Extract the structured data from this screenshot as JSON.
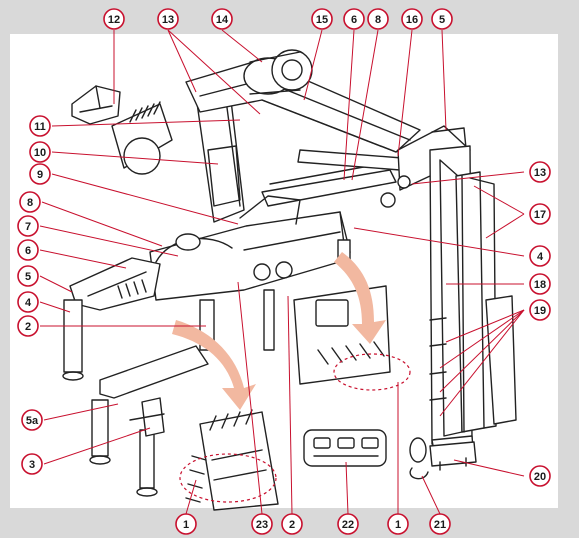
{
  "diagram": {
    "colors": {
      "frame": "#d9d9d9",
      "panel": "#ffffff",
      "callout_stroke": "#c8102e",
      "callout_fill": "#ffffff",
      "leader": "#c8102e",
      "drawing": "#222222",
      "motion_arrow": "#f2b8a0"
    },
    "callouts": [
      {
        "id": "c12a",
        "label": "12"
      },
      {
        "id": "c13a",
        "label": "13"
      },
      {
        "id": "c14",
        "label": "14"
      },
      {
        "id": "c15",
        "label": "15"
      },
      {
        "id": "c6a",
        "label": "6"
      },
      {
        "id": "c8a",
        "label": "8"
      },
      {
        "id": "c16",
        "label": "16"
      },
      {
        "id": "c5a",
        "label": "5"
      },
      {
        "id": "c11",
        "label": "11"
      },
      {
        "id": "c10",
        "label": "10"
      },
      {
        "id": "c9",
        "label": "9"
      },
      {
        "id": "c13b",
        "label": "13"
      },
      {
        "id": "c17",
        "label": "17"
      },
      {
        "id": "c8b",
        "label": "8"
      },
      {
        "id": "c7",
        "label": "7"
      },
      {
        "id": "c4a",
        "label": "4"
      },
      {
        "id": "c6b",
        "label": "6"
      },
      {
        "id": "c5b",
        "label": "5"
      },
      {
        "id": "c18",
        "label": "18"
      },
      {
        "id": "c4b",
        "label": "4"
      },
      {
        "id": "c19",
        "label": "19"
      },
      {
        "id": "c2a",
        "label": "2"
      },
      {
        "id": "c5a2",
        "label": "5a"
      },
      {
        "id": "c3",
        "label": "3"
      },
      {
        "id": "c20",
        "label": "20"
      },
      {
        "id": "c1a",
        "label": "1"
      },
      {
        "id": "c23",
        "label": "23"
      },
      {
        "id": "c2b",
        "label": "2"
      },
      {
        "id": "c22",
        "label": "22"
      },
      {
        "id": "c1b",
        "label": "1"
      },
      {
        "id": "c21",
        "label": "21"
      }
    ]
  }
}
